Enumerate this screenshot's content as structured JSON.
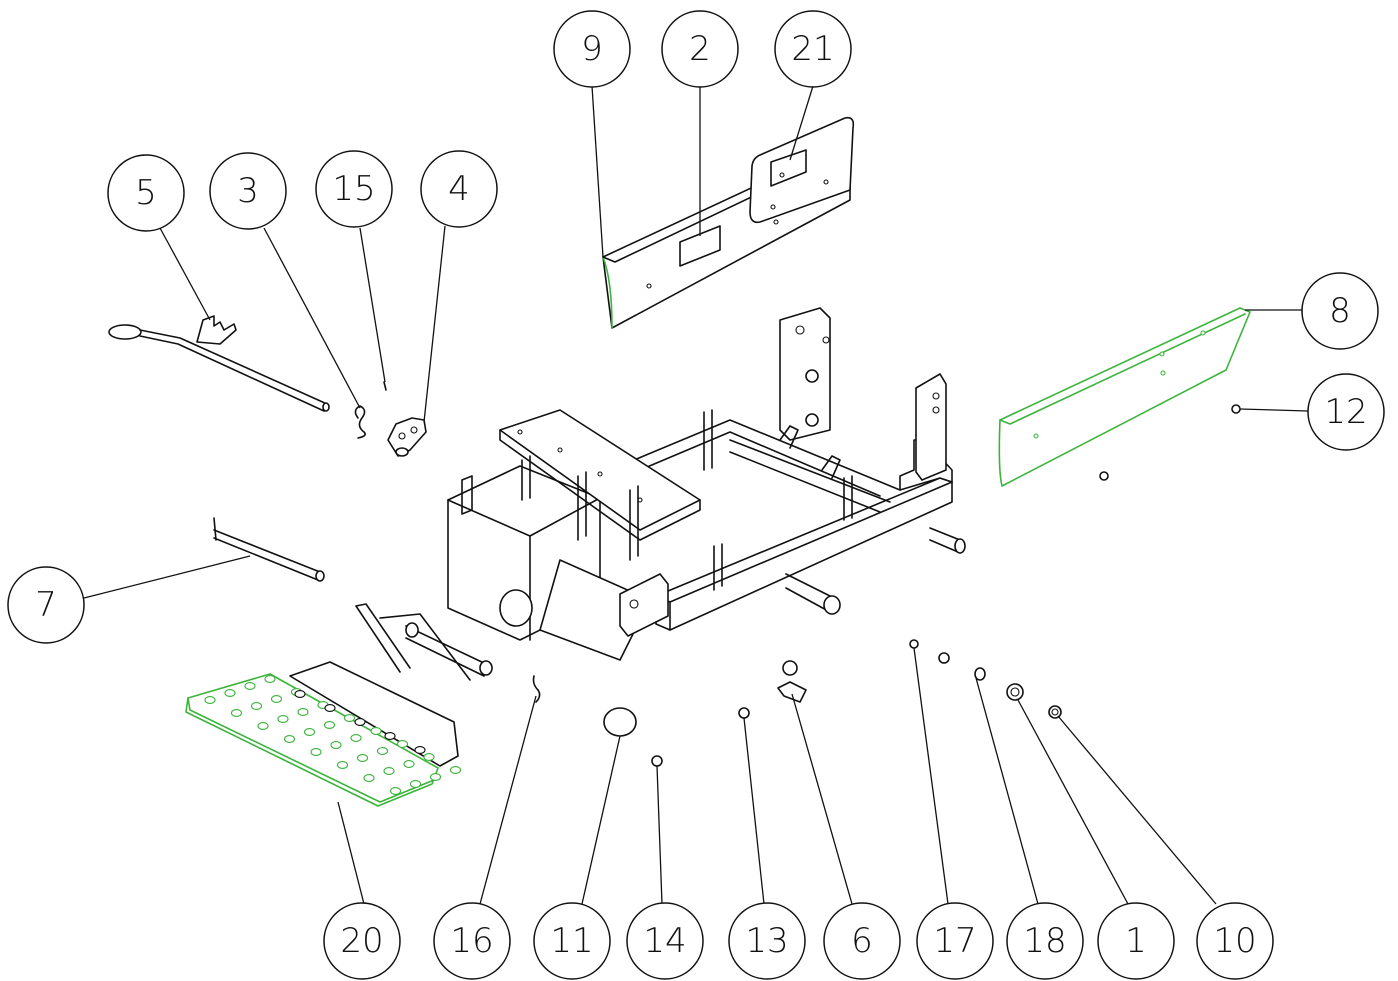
{
  "callouts": [
    {
      "id": "9"
    },
    {
      "id": "2"
    },
    {
      "id": "21"
    },
    {
      "id": "5"
    },
    {
      "id": "3"
    },
    {
      "id": "15"
    },
    {
      "id": "4"
    },
    {
      "id": "8"
    },
    {
      "id": "12"
    },
    {
      "id": "7"
    },
    {
      "id": "20"
    },
    {
      "id": "16"
    },
    {
      "id": "11"
    },
    {
      "id": "14"
    },
    {
      "id": "13"
    },
    {
      "id": "6"
    },
    {
      "id": "17"
    },
    {
      "id": "18"
    },
    {
      "id": "1"
    },
    {
      "id": "10"
    }
  ],
  "colors": {
    "line": "#111111",
    "highlight": "#3cb43c",
    "background": "#ffffff"
  }
}
